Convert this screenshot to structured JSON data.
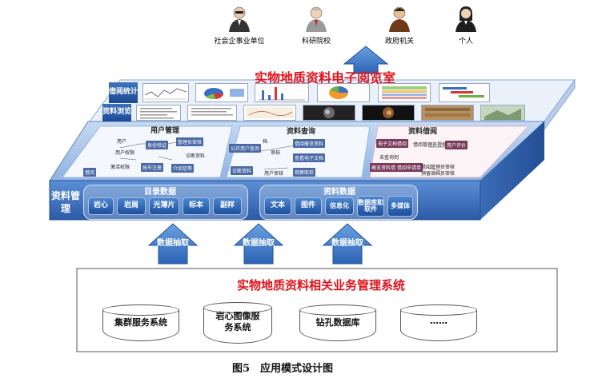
{
  "users": [
    {
      "label": "社会企事业单位",
      "icon": "person-icon"
    },
    {
      "label": "科研院校",
      "icon": "person-icon"
    },
    {
      "label": "政府机关",
      "icon": "person-icon"
    },
    {
      "label": "个人",
      "icon": "person-icon"
    }
  ],
  "top_title": "实物地质资料电子阅览室",
  "rows": {
    "row1": "借阅统计",
    "row2": "资料浏览"
  },
  "panels": {
    "user_mgmt": "用户管理",
    "data_query": "资料查询",
    "data_borrow": "资料借阅"
  },
  "user_mgmt_items": [
    "用户",
    "身份验证",
    "管理员审核",
    "用户权限",
    "诊断资料",
    "激活权限",
    "账号注册",
    "介绍信等",
    "借阅"
  ],
  "data_query_items": [
    "公开用户查询",
    "档",
    "审核",
    "借阅概览资料",
    "查看电子文档",
    "观察取样",
    "诊断资料",
    "用户审核"
  ],
  "data_borrow_items": [
    "电子文档借阅",
    "借阅管理员授权",
    "用户评价",
    "未查询到",
    "概览资料借阅",
    "借阅申请单",
    "借阅管理员审核",
    "预留调档员审核"
  ],
  "side_label": "资料管理",
  "catalog": {
    "title": "目录数据",
    "items": [
      "岩心",
      "岩屑",
      "光薄片",
      "标本",
      "副样"
    ]
  },
  "document": {
    "title": "资料数据",
    "items": [
      "文本",
      "图件",
      "信息化",
      "数据库和软件",
      "多媒体"
    ]
  },
  "arrows": [
    "数据抽取",
    "数据抽取",
    "数据抽取"
  ],
  "bottom_title": "实物地质资料相关业务管理系统",
  "systems": [
    "集群服务系统",
    "岩心图像服务系统",
    "钻孔数据库",
    "……"
  ],
  "caption": "图5　应用模式设计图"
}
